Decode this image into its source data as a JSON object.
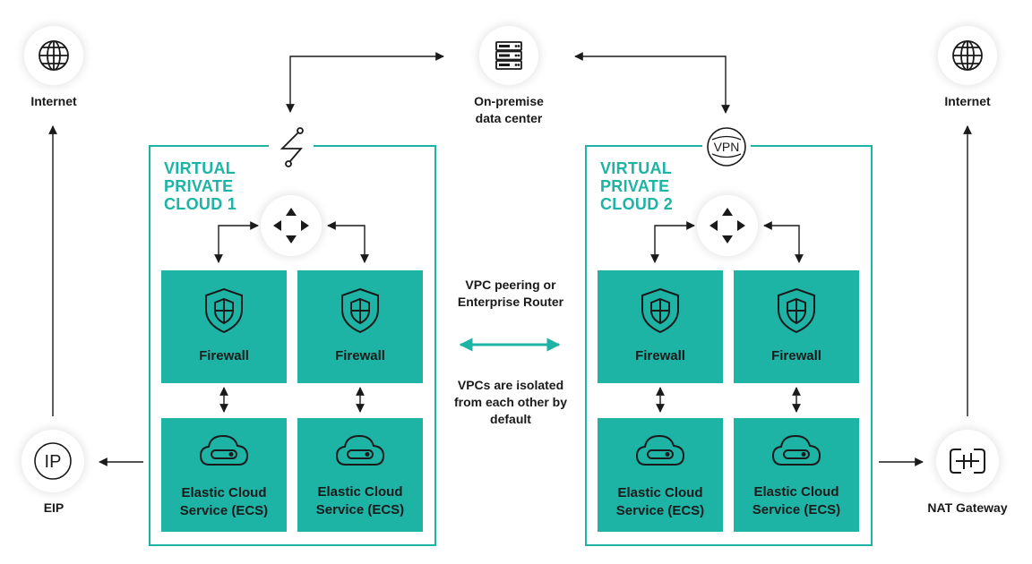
{
  "colors": {
    "teal": "#1db3a5",
    "dark": "#1a1a1a"
  },
  "nodes": {
    "internet_left": {
      "label": "Internet",
      "icon": "globe-icon"
    },
    "internet_right": {
      "label": "Internet",
      "icon": "globe-icon"
    },
    "datacenter": {
      "label_line1": "On-premise",
      "label_line2": "data center",
      "icon": "server-icon"
    },
    "eip": {
      "label": "EIP",
      "icon": "ip-icon"
    },
    "nat": {
      "label": "NAT Gateway",
      "icon": "nat-gateway-icon"
    },
    "direct_connect": {
      "icon": "direct-connect-icon"
    },
    "vpn": {
      "icon": "vpn-icon",
      "text": "VPN"
    }
  },
  "vpc1": {
    "title_l1": "VIRTUAL",
    "title_l2": "PRIVATE",
    "title_l3": "CLOUD 1",
    "router_icon": "router-arrows-icon",
    "firewall_a": "Firewall",
    "firewall_b": "Firewall",
    "ecs_a_l1": "Elastic Cloud",
    "ecs_a_l2": "Service (ECS)",
    "ecs_b_l1": "Elastic Cloud",
    "ecs_b_l2": "Service (ECS)"
  },
  "vpc2": {
    "title_l1": "VIRTUAL",
    "title_l2": "PRIVATE",
    "title_l3": "CLOUD 2",
    "router_icon": "router-arrows-icon",
    "firewall_a": "Firewall",
    "firewall_b": "Firewall",
    "ecs_a_l1": "Elastic Cloud",
    "ecs_a_l2": "Service (ECS)",
    "ecs_b_l1": "Elastic Cloud",
    "ecs_b_l2": "Service (ECS)"
  },
  "middle": {
    "peering_l1": "VPC peering or",
    "peering_l2": "Enterprise Router",
    "isolated_l1": "VPCs are isolated",
    "isolated_l2": "from each other by",
    "isolated_l3": "default"
  }
}
